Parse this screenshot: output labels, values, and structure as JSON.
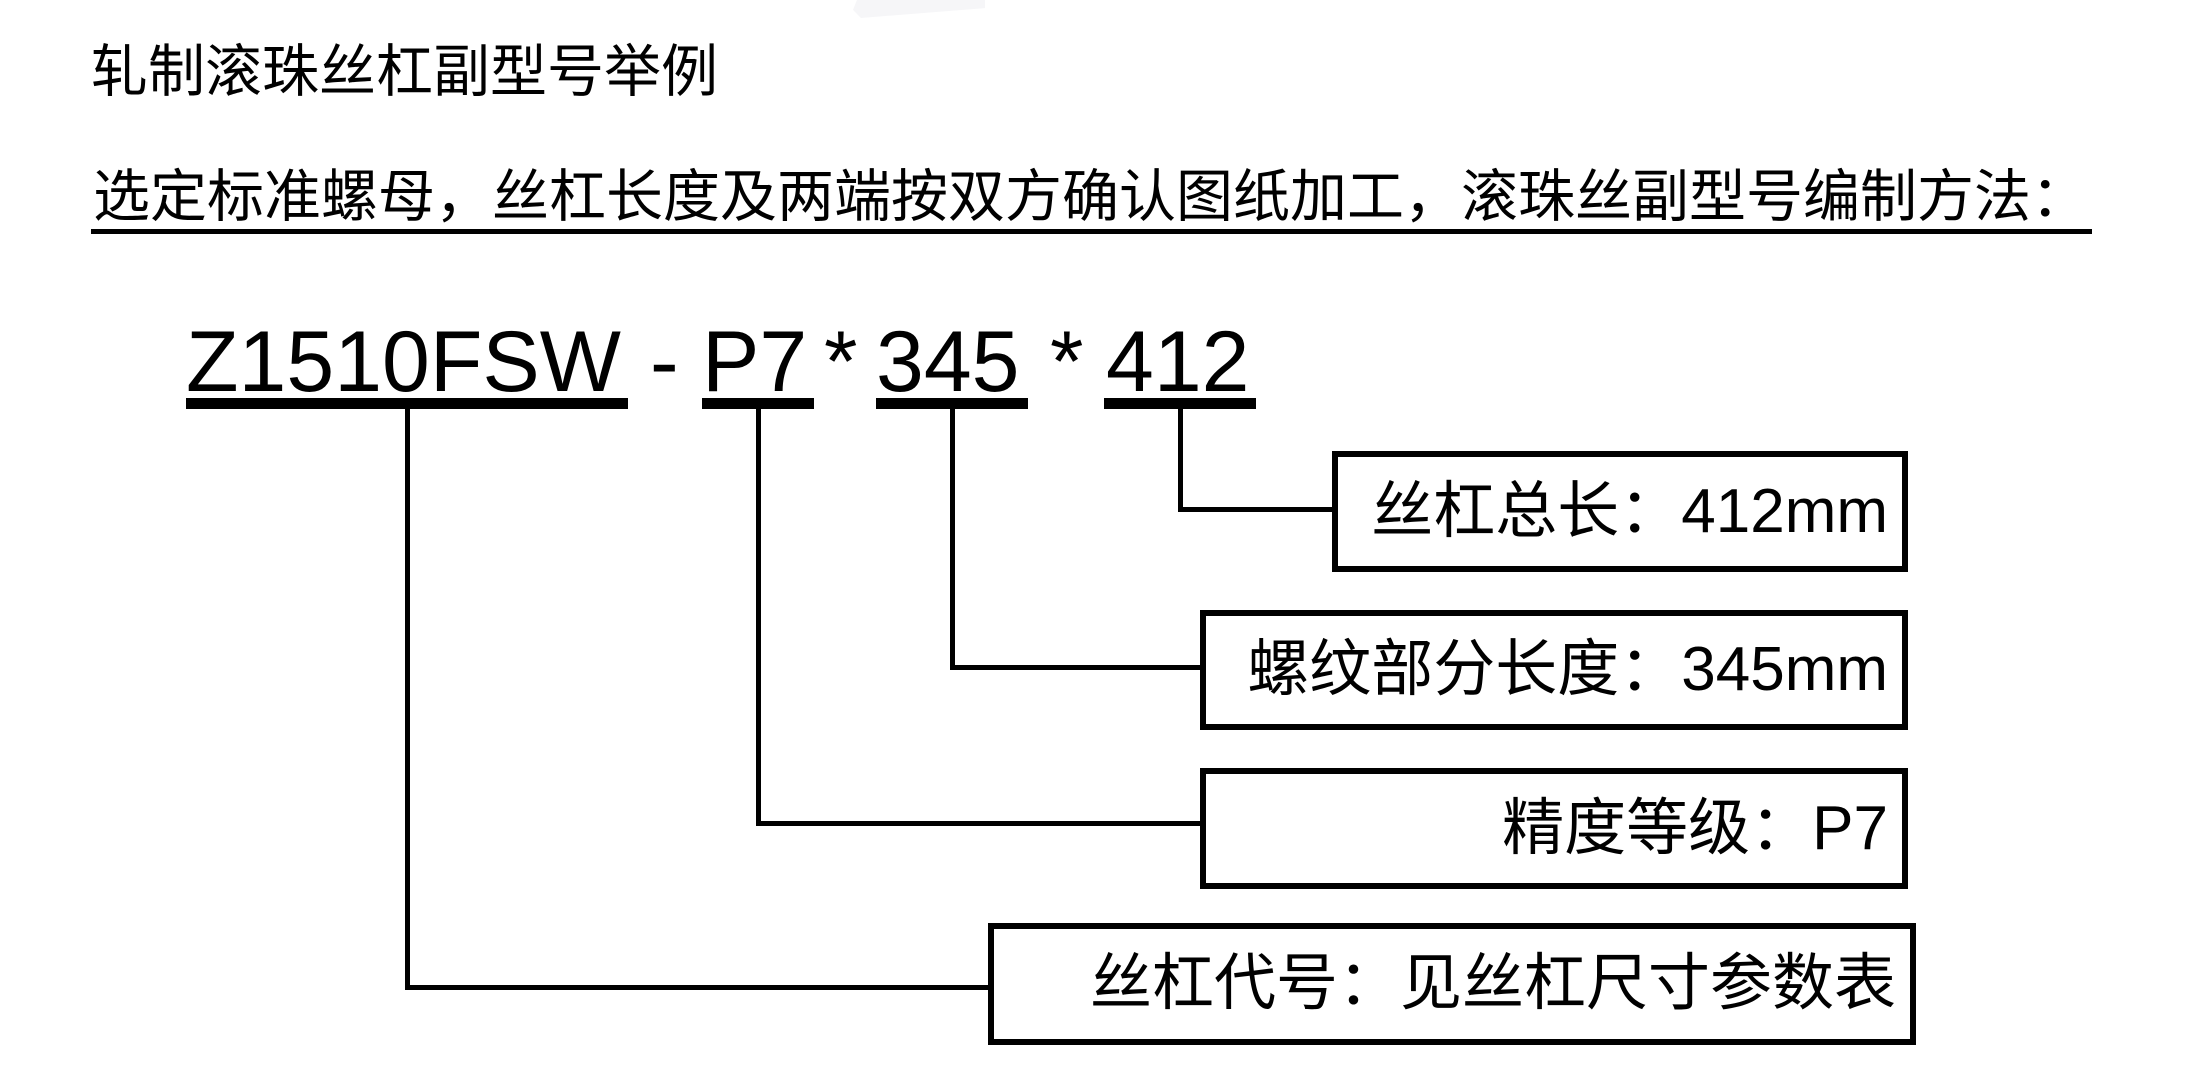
{
  "colors": {
    "ink": "#000000",
    "paper": "#ffffff"
  },
  "document": {
    "title": "轧制滚珠丝杠副型号举例",
    "instruction": "选定标准螺母，丝杠长度及两端按双方确认图纸加工，滚珠丝副型号编制方法："
  },
  "model_code": {
    "full": "Z1510FSW - P7 * 345 * 412",
    "screw_code": "Z1510FSW",
    "separator": "-",
    "precision_grade": "P7",
    "asterisk": "*",
    "thread_length": "345",
    "total_length": "412"
  },
  "callouts": [
    {
      "name": "total-length",
      "label": "丝杠总长：",
      "value": "412mm"
    },
    {
      "name": "thread-length",
      "label": "螺纹部分长度：",
      "value": "345mm"
    },
    {
      "name": "precision-grade",
      "label": "精度等级：",
      "value": "P7"
    },
    {
      "name": "screw-code",
      "label": "丝杠代号：",
      "value": "见丝杠尺寸参数表"
    }
  ]
}
